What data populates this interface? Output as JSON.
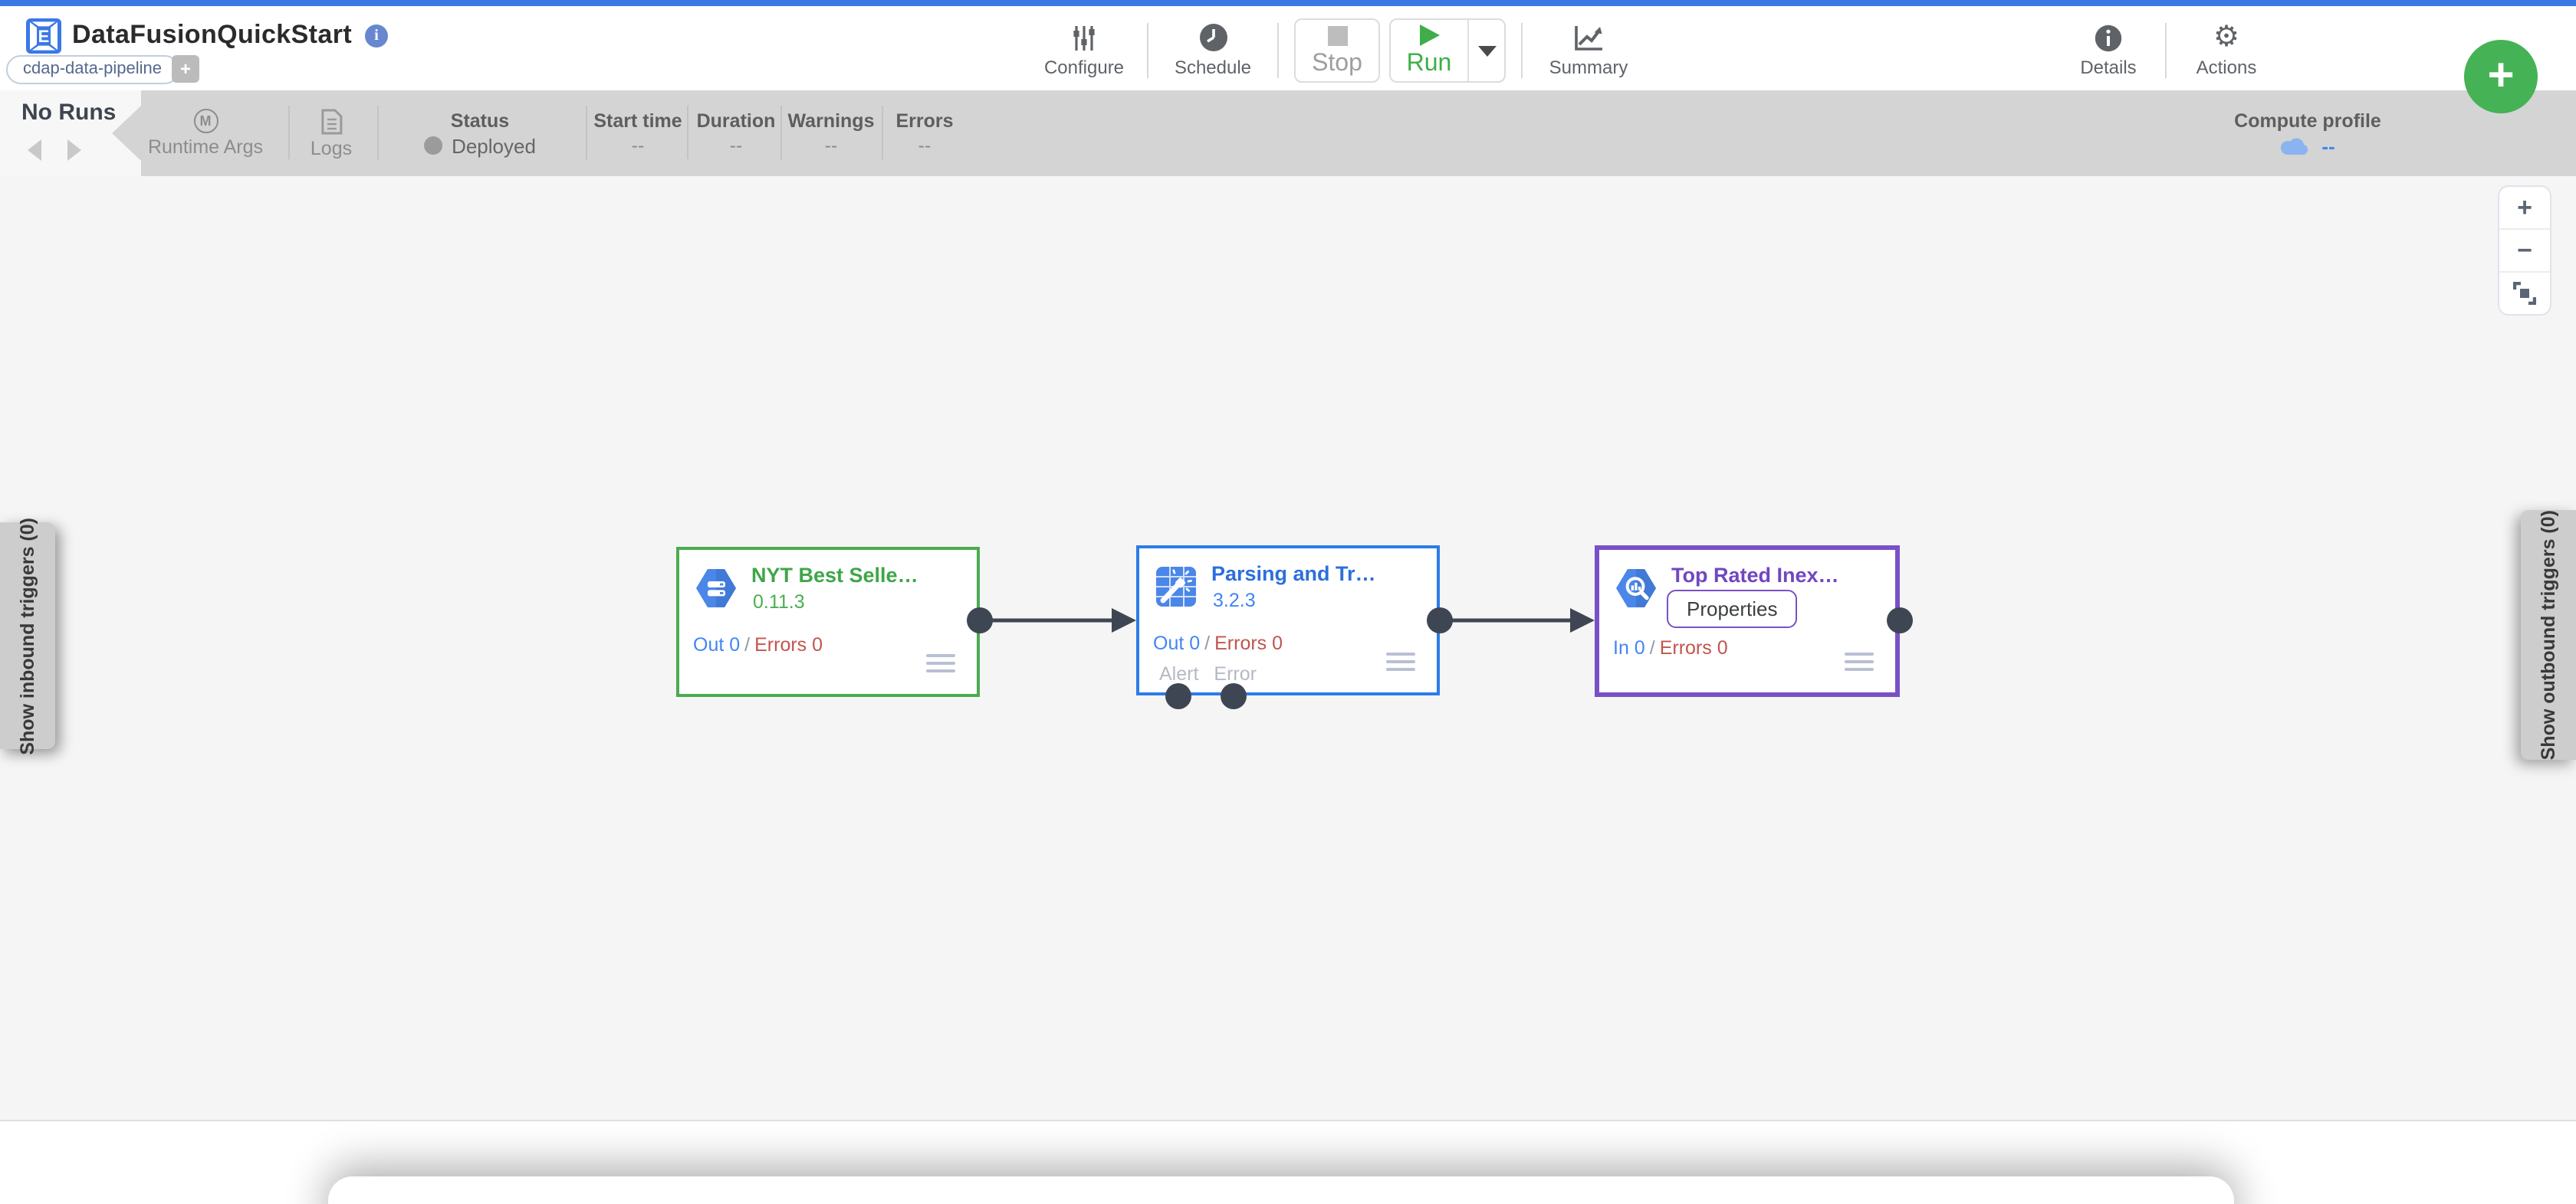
{
  "header": {
    "title": "DataFusionQuickStart",
    "tag_chip": "cdap-data-pipeline",
    "toolbar": {
      "configure": "Configure",
      "schedule": "Schedule",
      "stop": "Stop",
      "run": "Run",
      "summary": "Summary",
      "details": "Details",
      "actions": "Actions"
    }
  },
  "run_bar": {
    "runs_label": "No Runs",
    "runtime_args": "Runtime Args",
    "logs": "Logs",
    "status": {
      "label": "Status",
      "value": "Deployed"
    },
    "metrics": [
      {
        "label": "Start time",
        "value": "--"
      },
      {
        "label": "Duration",
        "value": "--"
      },
      {
        "label": "Warnings",
        "value": "--"
      },
      {
        "label": "Errors",
        "value": "--"
      }
    ],
    "compute_profile": {
      "label": "Compute profile",
      "value": "--"
    }
  },
  "canvas": {
    "inbound_triggers_tab": "Show inbound triggers (0)",
    "outbound_triggers_tab": "Show outbound triggers (0)",
    "nodes": [
      {
        "title": "NYT Best Selle…",
        "version": "0.11.3",
        "metrics": {
          "left": "Out 0",
          "sep": "/",
          "right": "Errors 0"
        },
        "accent": "#4cab50",
        "type": "source"
      },
      {
        "title": "Parsing and Tr…",
        "version": "3.2.3",
        "metrics": {
          "left": "Out 0",
          "sep": "/",
          "right": "Errors 0"
        },
        "ports": {
          "alert": "Alert",
          "error": "Error"
        },
        "accent": "#2c7ce8",
        "type": "transform"
      },
      {
        "title": "Top Rated Inex…",
        "properties_button": "Properties",
        "metrics": {
          "left": "In 0",
          "sep": "/",
          "right": "Errors 0"
        },
        "accent": "#7a50c7",
        "type": "sink"
      }
    ]
  },
  "icons": {
    "gear": "⚙",
    "info": "i",
    "m_badge": "M",
    "chip_add": "+",
    "fab_plus": "+",
    "zoom_in": "+",
    "zoom_out": "−"
  },
  "colors": {
    "top_line": "#3c77e6",
    "run_green": "#3fae4a",
    "fab_green": "#45b255",
    "metric_blue": "#4285f4",
    "error_red": "#c3544e",
    "port_dark": "#3f4653",
    "bar_gray": "#d4d4d4",
    "canvas_gray": "#f5f5f5"
  }
}
